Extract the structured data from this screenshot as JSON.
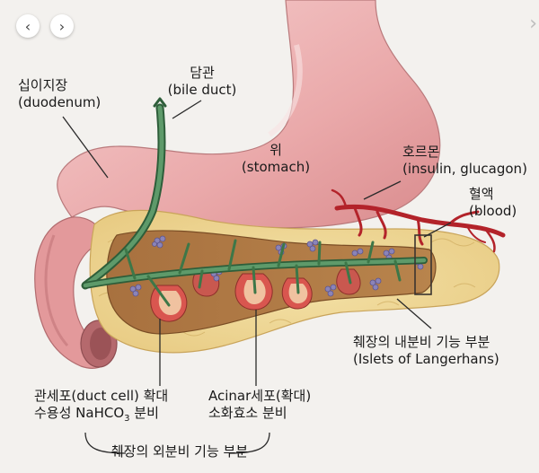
{
  "nav": {
    "prev": "‹",
    "next": "›",
    "edge": "›"
  },
  "labels": {
    "duodenum": [
      "십이지장",
      "(duodenum)"
    ],
    "bile_duct": [
      "담관",
      "(bile duct)"
    ],
    "stomach": [
      "위",
      "(stomach)"
    ],
    "hormone": [
      "호르몬",
      "(insulin, glucagon)"
    ],
    "blood": [
      "혈액",
      "(blood)"
    ],
    "islets": [
      "췌장의 내분비 기능 부분",
      "(Islets of Langerhans)"
    ],
    "duct_cell_1": "관세포(duct cell) 확대",
    "duct_cell_2a": "수용성 NaHCO",
    "duct_cell_2sub": "3",
    "duct_cell_2b": " 분비",
    "acinar": [
      "Acinar세포(확대)",
      "소화효소 분비"
    ],
    "exocrine": "췌장의 외분비 기능 부분"
  }
}
